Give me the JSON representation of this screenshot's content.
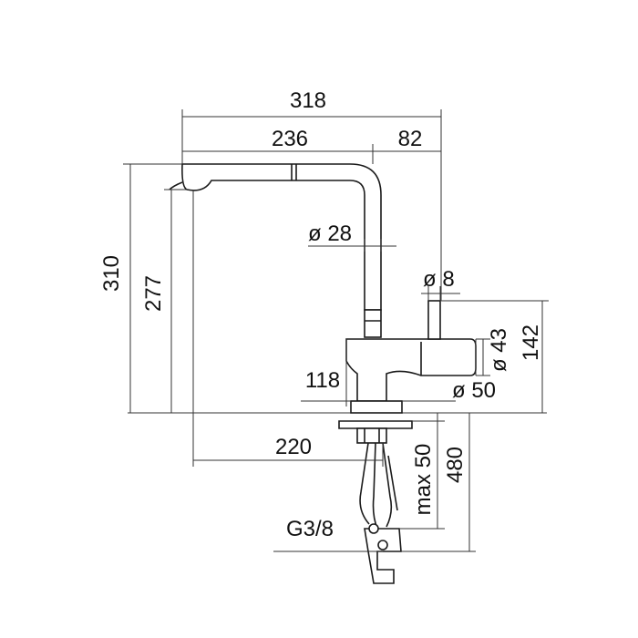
{
  "dimensions": {
    "overall_width": "318",
    "reach_left": "236",
    "reach_right": "82",
    "spout_diameter": "ø 28",
    "lever_diameter": "ø 8",
    "overall_height": "310",
    "spout_height": "277",
    "body_diameter_upper": "ø 43",
    "body_diameter_lower": "ø 50",
    "body_height": "142",
    "body_width": "118",
    "spout_projection": "220",
    "max_deck_thickness": "max 50",
    "hose_length": "480",
    "connection_thread": "G3/8"
  },
  "colors": {
    "line": "#1a1a1a",
    "dimension_line": "#333333",
    "background": "#ffffff"
  }
}
